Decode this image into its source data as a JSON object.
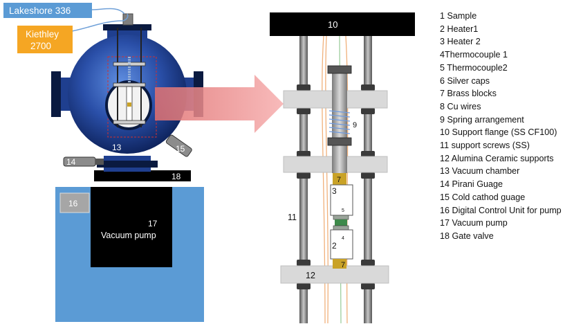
{
  "instruments": {
    "lakeshore": "Lakeshore 336",
    "keithley": "Kiethley\n2700"
  },
  "labels": {
    "vacuum_pump": "Vacuum pump",
    "num_10": "10",
    "num_11": "11",
    "num_12": "12",
    "num_13": "13",
    "num_14": "14",
    "num_15": "15",
    "num_16": "16",
    "num_17": "17",
    "num_18": "18",
    "num_2": "2",
    "num_3": "3",
    "num_4": "4",
    "num_5": "5",
    "num_7a": "7",
    "num_7b": "7",
    "num_9": "9"
  },
  "legend": [
    "1 Sample",
    "2 Heater1",
    "3 Heater 2",
    "4Thermocouple 1",
    "5 Thermocouple2",
    "6 Silver caps",
    "7 Brass blocks",
    "8 Cu wires",
    "9 Spring arrangement",
    "10 Support flange (SS CF100)",
    "11 support screws (SS)",
    "12 Alumina Ceramic supports",
    "13 Vacuum chamber",
    "14 Pirani Guage",
    "15 Cold cathod guage",
    "16 Digital Control Unit for pump",
    "17 Vacuum pump",
    "18 Gate valve"
  ],
  "colors": {
    "instrument_blue": "#5b9bd5",
    "instrument_orange": "#f5a623",
    "pump_stand": "#5b9bd5",
    "chamber": "#1f3f8f",
    "arrow": "#f4a0a0",
    "brass": "#c9a227"
  }
}
